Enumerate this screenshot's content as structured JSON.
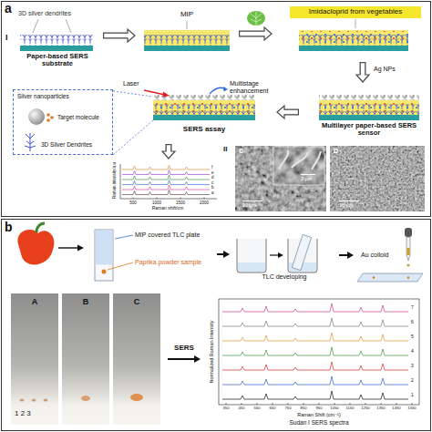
{
  "diagram": {
    "nodes": [
      {
        "text": [
          "3D silver dendrites",
          "Paper-based SERS substrate"
        ]
      },
      {
        "text": [
          "MIP"
        ]
      },
      {
        "text": [
          "Imidacloprid from vegetables"
        ]
      },
      {
        "text": [
          "Multilayer paper-based SERS sensor"
        ]
      },
      {
        "text": [
          "Laser",
          "Multistage enhancement",
          "SERS assay"
        ]
      },
      {
        "text": [
          "Silver nanoparticles",
          "Target molecule",
          "3D Silver Dendrites"
        ]
      },
      {
        "text": [
          "Raman intensity/a.u",
          "Raman shift/cm"
        ]
      },
      {
        "text": [
          "MIP covered TLC plate",
          "Paprika powder sample"
        ]
      },
      {
        "text": [
          "TLC developing"
        ]
      },
      {
        "text": [
          "Au colloid"
        ]
      },
      {
        "text": [
          "A",
          "B",
          "C",
          "1 2 3"
        ]
      },
      {
        "text": [
          "Normalized Raman Intensity",
          "Raman Shift (cm⁻¹)",
          "Sudan I SERS spectra"
        ]
      }
    ],
    "edges": [
      {
        "from": 0,
        "to": 1,
        "arrow": "to"
      },
      {
        "from": 1,
        "to": 2,
        "arrow": "to"
      },
      {
        "from": 2,
        "to": 3,
        "arrow": "to"
      },
      {
        "from": 3,
        "to": 4,
        "arrow": "to"
      },
      {
        "from": 4,
        "to": 6,
        "arrow": "to"
      },
      {
        "from": 7,
        "to": 8,
        "arrow": "to"
      },
      {
        "from": 8,
        "to": 9,
        "arrow": "to"
      },
      {
        "from": 10,
        "to": 11,
        "label": "SERS",
        "arrow": "to"
      }
    ],
    "labels": [
      "a",
      "I",
      "Ag NPs",
      "f",
      "e",
      "d",
      "c",
      "b",
      "a",
      "500",
      "1000",
      "1500",
      "2000",
      "II",
      "C",
      "2 μm",
      "10 μm",
      "D",
      "10 μm",
      "b",
      "350",
      "450",
      "550",
      "650",
      "750",
      "850",
      "950",
      "1050",
      "1150",
      "1250",
      "1350",
      "1450",
      "1550",
      "7",
      "6",
      "5",
      "4",
      "3",
      "2",
      "1"
    ]
  }
}
